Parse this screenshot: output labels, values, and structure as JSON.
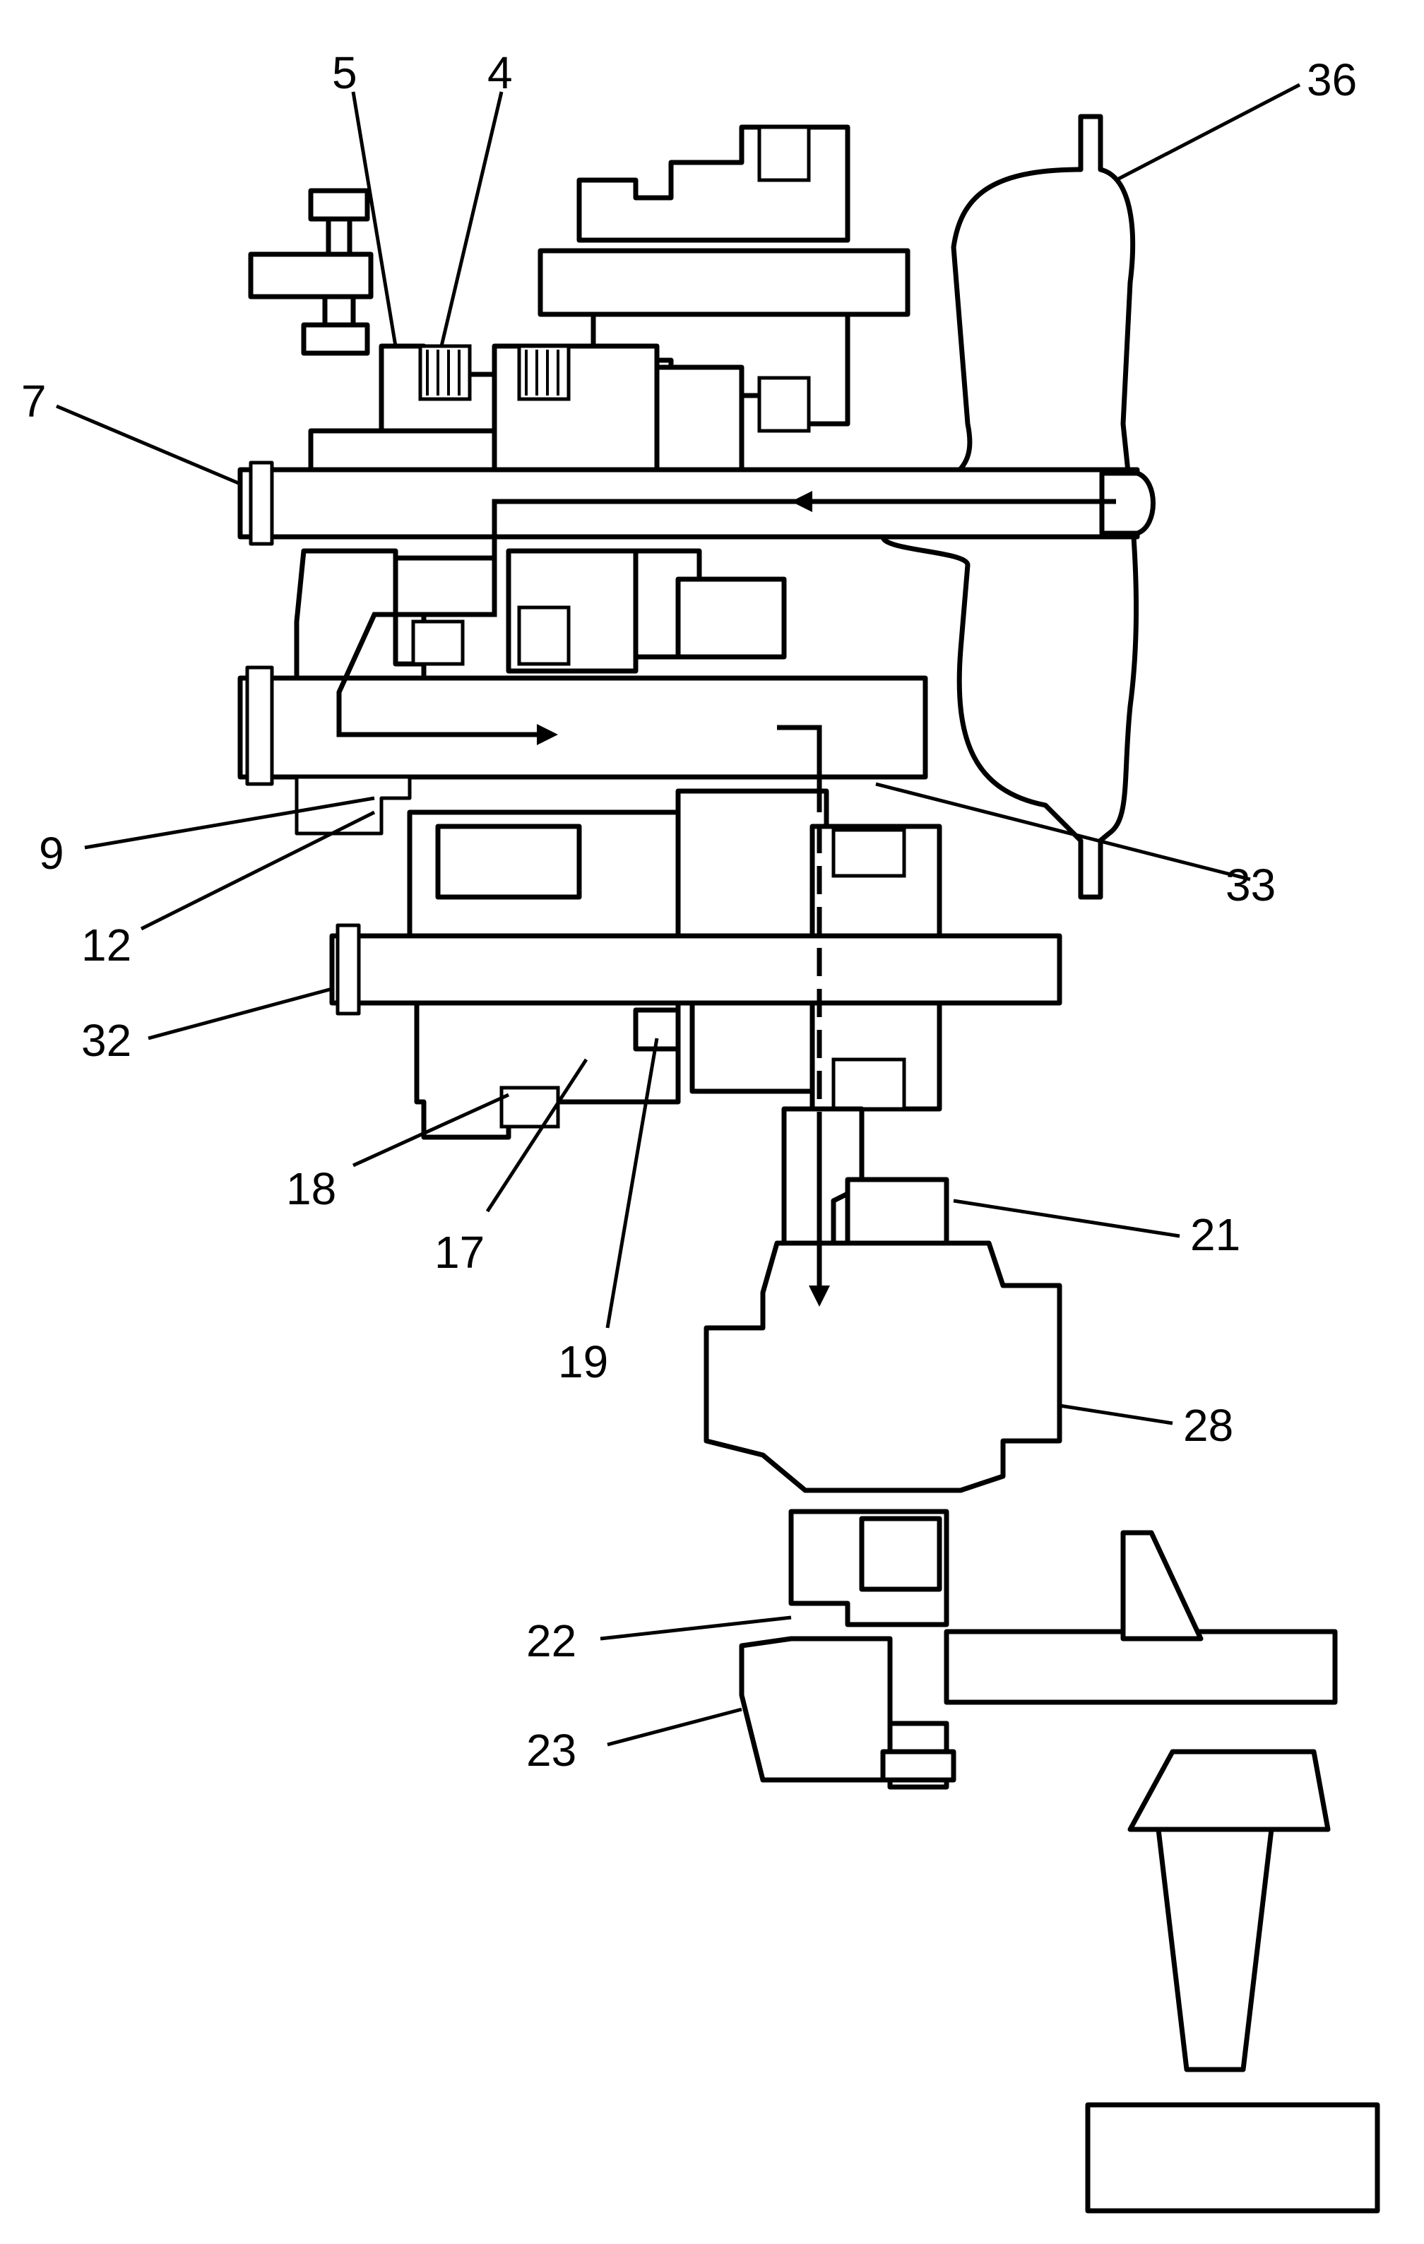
{
  "diagram": {
    "callouts": [
      {
        "id": "c36",
        "label": "36"
      },
      {
        "id": "c5",
        "label": "5"
      },
      {
        "id": "c4",
        "label": "4"
      },
      {
        "id": "c7",
        "label": "7"
      },
      {
        "id": "c9",
        "label": "9"
      },
      {
        "id": "c12",
        "label": "12"
      },
      {
        "id": "c33",
        "label": "33"
      },
      {
        "id": "c32",
        "label": "32"
      },
      {
        "id": "c18",
        "label": "18"
      },
      {
        "id": "c17",
        "label": "17"
      },
      {
        "id": "c19",
        "label": "19"
      },
      {
        "id": "c21",
        "label": "21"
      },
      {
        "id": "c28",
        "label": "28"
      },
      {
        "id": "c22",
        "label": "22"
      },
      {
        "id": "c23",
        "label": "23"
      }
    ],
    "colors": {
      "line": "#000000",
      "background": "#ffffff"
    }
  }
}
